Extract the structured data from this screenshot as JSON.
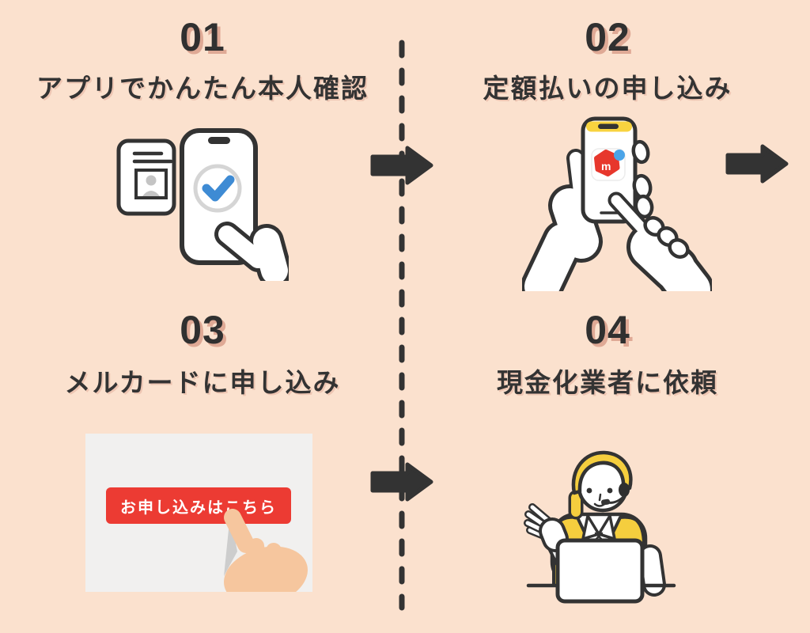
{
  "page": {
    "background_color": "#FBE1CE",
    "text_color": "#333333",
    "description": "4-step process infographic"
  },
  "steps": [
    {
      "number": "01",
      "title": "アプリでかんたん本人確認",
      "illustration": "id-card-and-phone-checkmark"
    },
    {
      "number": "02",
      "title": "定額払いの申し込み",
      "illustration": "hands-holding-phone-mercari-app",
      "app_icon_letter": "m"
    },
    {
      "number": "03",
      "title": "メルカードに申し込み",
      "illustration": "webpage-signup-button-tap",
      "button_label": "お申し込みはこちら"
    },
    {
      "number": "04",
      "title": "現金化業者に依頼",
      "illustration": "support-agent-at-laptop"
    }
  ],
  "flow": {
    "arrows": [
      "step1-to-step2",
      "step2-to-step3",
      "step3-to-step4"
    ],
    "divider": "vertical-dashed-line"
  },
  "icons": {
    "arrow": "arrow-right",
    "check": "checkmark",
    "mercari": "mercari-logo",
    "person": "person-silhouette"
  },
  "colors": {
    "accent_dark": "#333333",
    "number_shadow": "#D69682",
    "check_blue": "#3E8BD4",
    "circle_gray": "#D5D5D5",
    "mercari_red": "#E7372C",
    "dot_blue": "#4BA4E8",
    "yellow": "#F5CE3E",
    "button_red": "#EC3B33",
    "panel_gray": "#F1F0EF",
    "skin": "#F6C69E",
    "shadow_gray": "#CDCDCD",
    "white": "#FFFFFF"
  }
}
